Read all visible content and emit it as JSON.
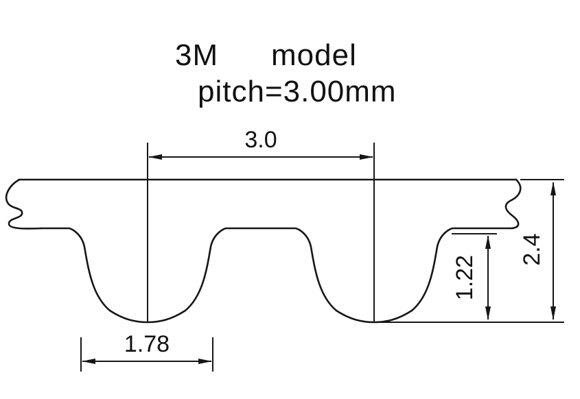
{
  "title": {
    "model_code": "3M",
    "model_word": "model",
    "pitch_line": "pitch=3.00mm"
  },
  "dimensions": {
    "pitch_mm": "3.0",
    "tooth_bottom_width_mm": "1.78",
    "tooth_depth_mm": "1.22",
    "belt_thickness_mm": "2.4"
  },
  "colors": {
    "line": "#161616",
    "background": "#ffffff"
  }
}
